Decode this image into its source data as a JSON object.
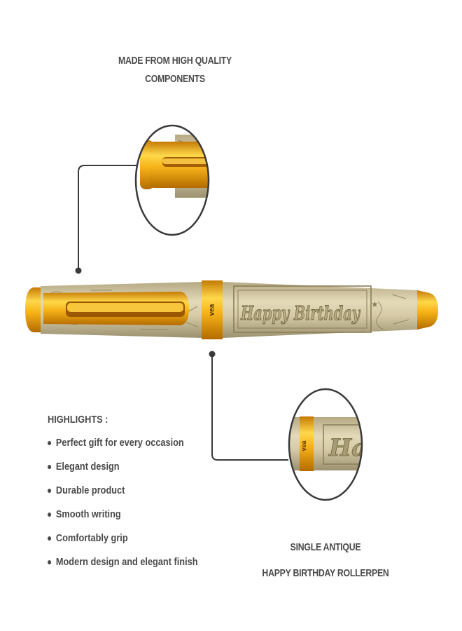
{
  "top_caption": [
    "MADE FROM HIGH QUALITY",
    "COMPONENTS"
  ],
  "bottom_caption": [
    "SINGLE ANTIQUE",
    "HAPPY BIRTHDAY ROLLERPEN"
  ],
  "highlights": {
    "title": "HIGHLIGHTS :",
    "items": [
      "Perfect gift for every occasion",
      "Elegant design",
      "Durable product",
      "Smooth writing",
      "Comfortably grip",
      "Modern design and elegant finish"
    ]
  },
  "pen": {
    "engraving": "Happy Birthday",
    "brand": "vea",
    "zoom_engraving": "Ha"
  },
  "colors": {
    "gold": "#f0a70f",
    "gold_light": "#ffd84a",
    "body": "#c9bd97",
    "line": "#3a3a3a"
  }
}
